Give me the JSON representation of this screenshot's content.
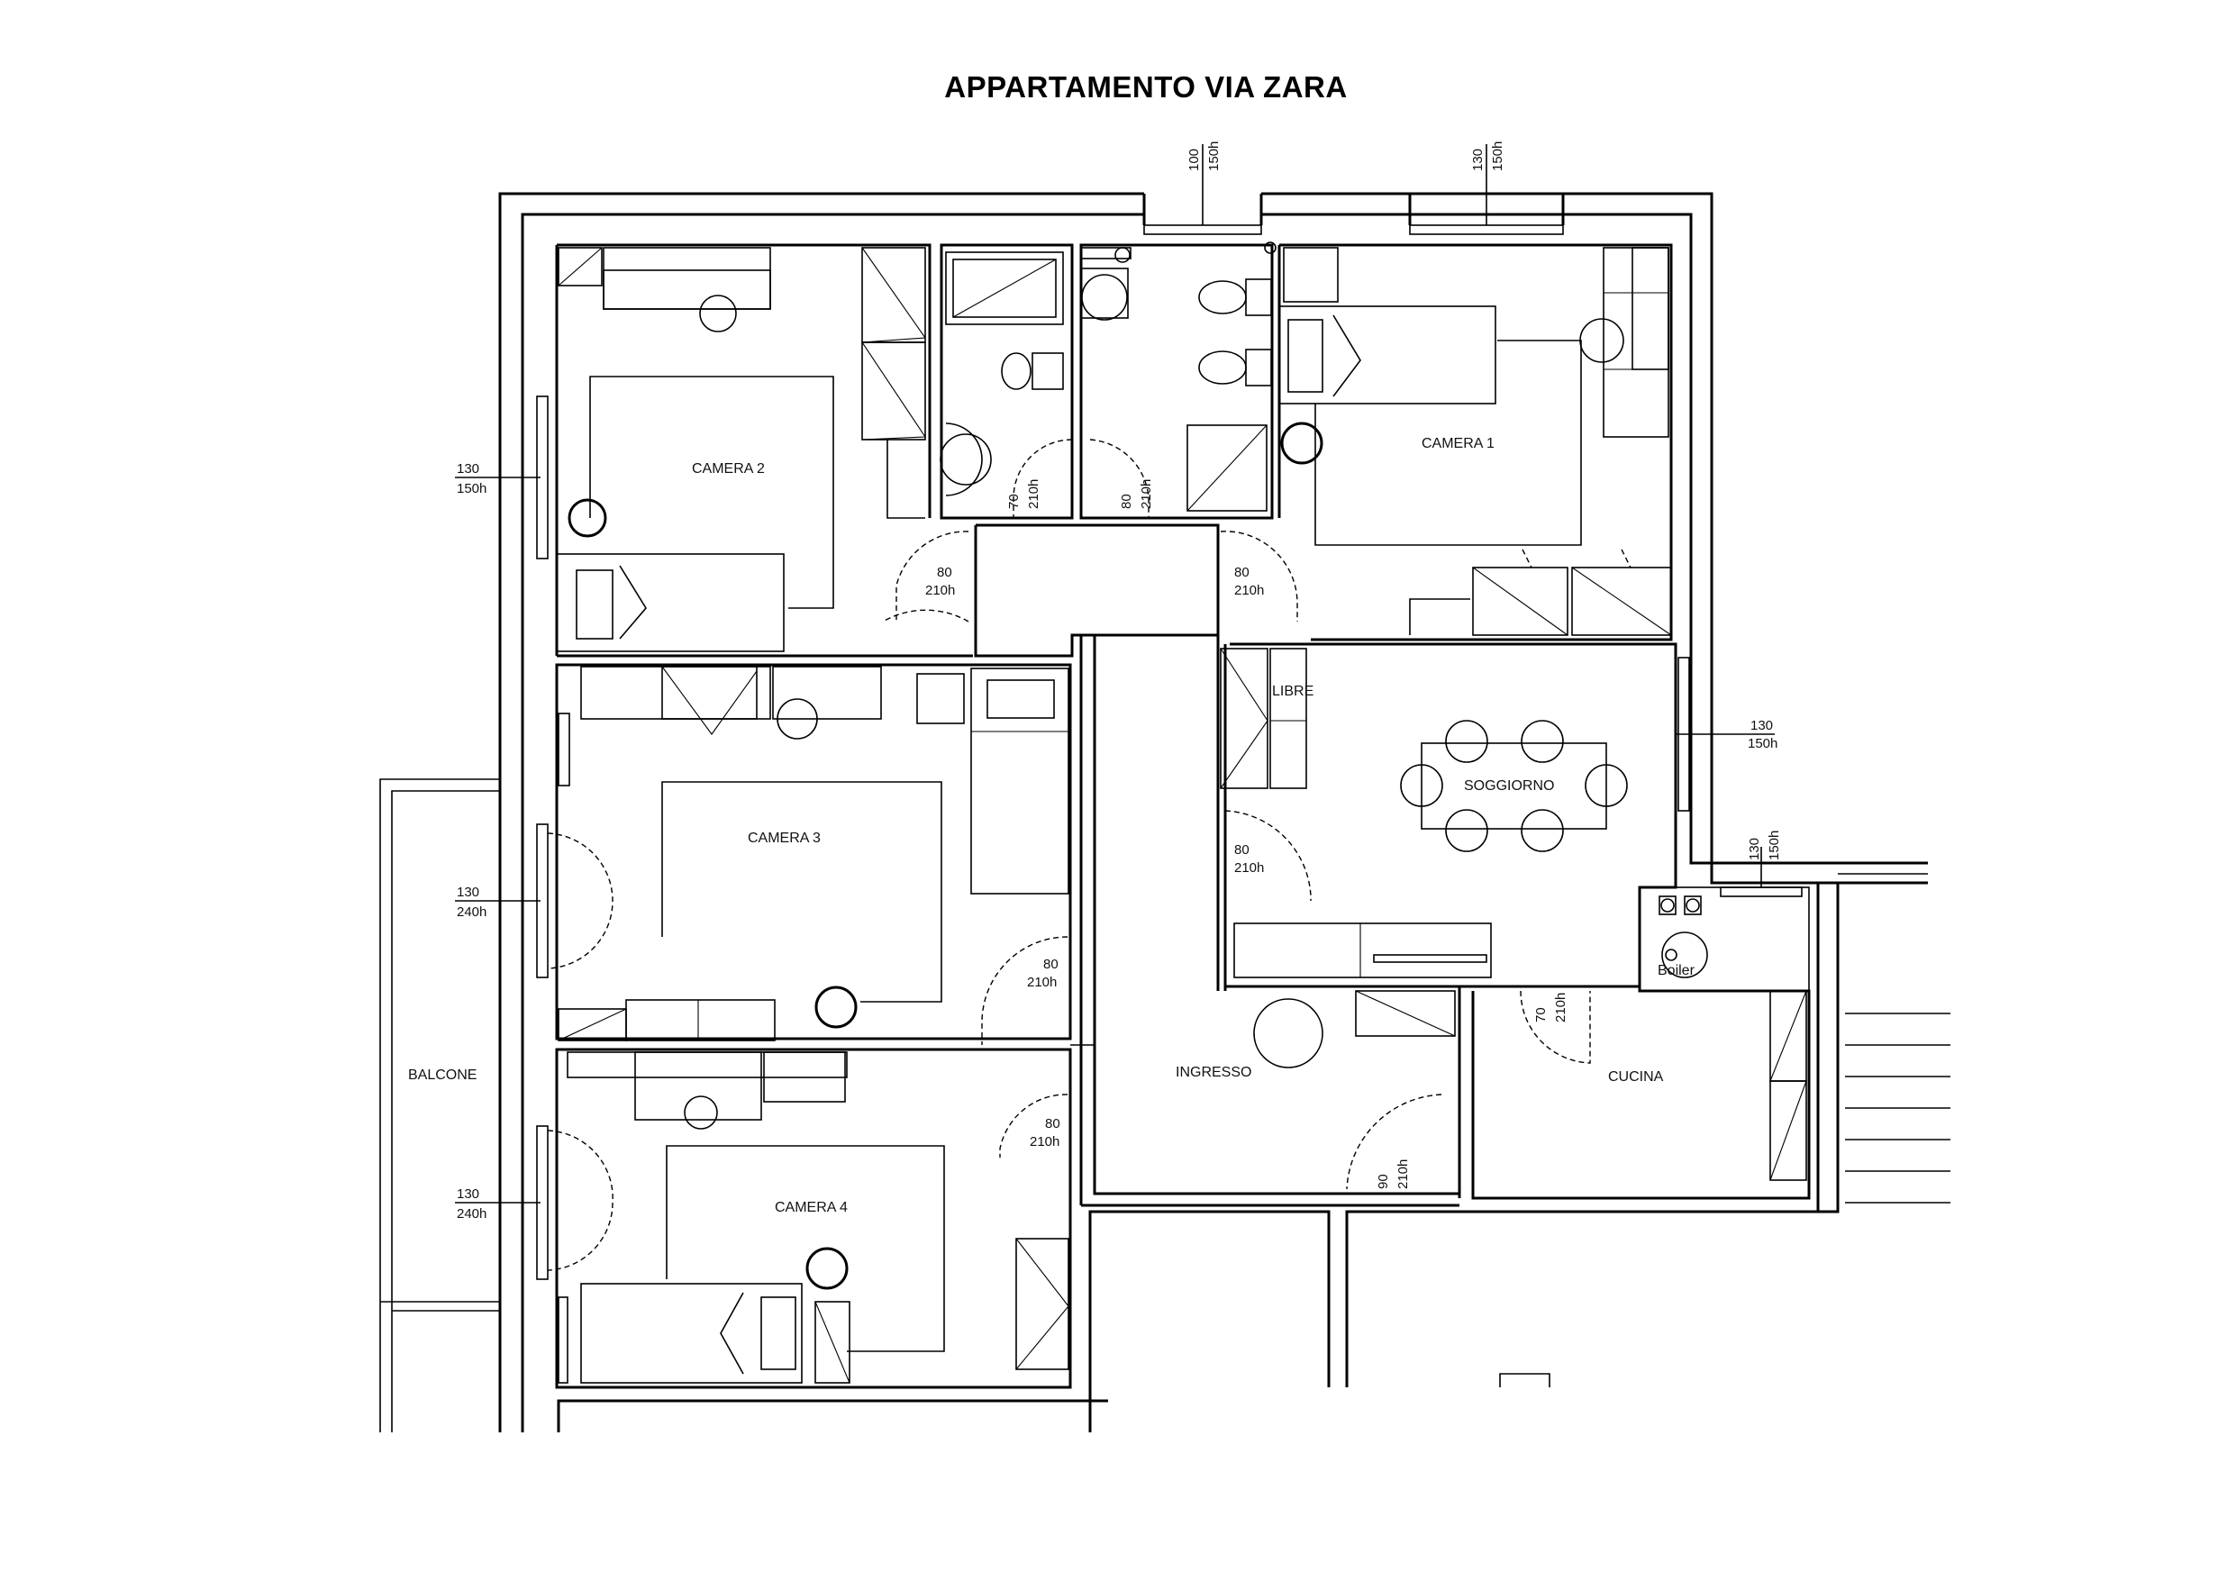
{
  "title": "APPARTAMENTO VIA ZARA",
  "rooms": {
    "camera1": "CAMERA 1",
    "camera2": "CAMERA 2",
    "camera3": "CAMERA 3",
    "camera4": "CAMERA 4",
    "soggiorno": "SOGGIORNO",
    "ingresso": "INGRESSO",
    "cucina": "CUCINA",
    "balcone": "BALCONE",
    "libreria": "LIBRE",
    "boiler": "Boiler"
  },
  "windows": {
    "bath_top": [
      "100",
      "150h"
    ],
    "camera1_top": [
      "130",
      "150h"
    ],
    "camera2_left": [
      "130",
      "150h"
    ],
    "soggiorno_right": [
      "130",
      "150h"
    ],
    "cucina_top": [
      "130",
      "150h"
    ],
    "camera3_left": [
      "130",
      "240h"
    ],
    "camera4_left": [
      "130",
      "240h"
    ]
  },
  "doors": {
    "bath1": [
      "70",
      "210h"
    ],
    "bath2": [
      "80",
      "210h"
    ],
    "camera2": [
      "80",
      "210h"
    ],
    "camera1": [
      "80",
      "210h"
    ],
    "soggiorno": [
      "80",
      "210h"
    ],
    "camera3": [
      "80",
      "210h"
    ],
    "camera4": [
      "80",
      "210h"
    ],
    "cucina": [
      "70",
      "210h"
    ],
    "ingresso": [
      "90",
      "210h"
    ]
  }
}
